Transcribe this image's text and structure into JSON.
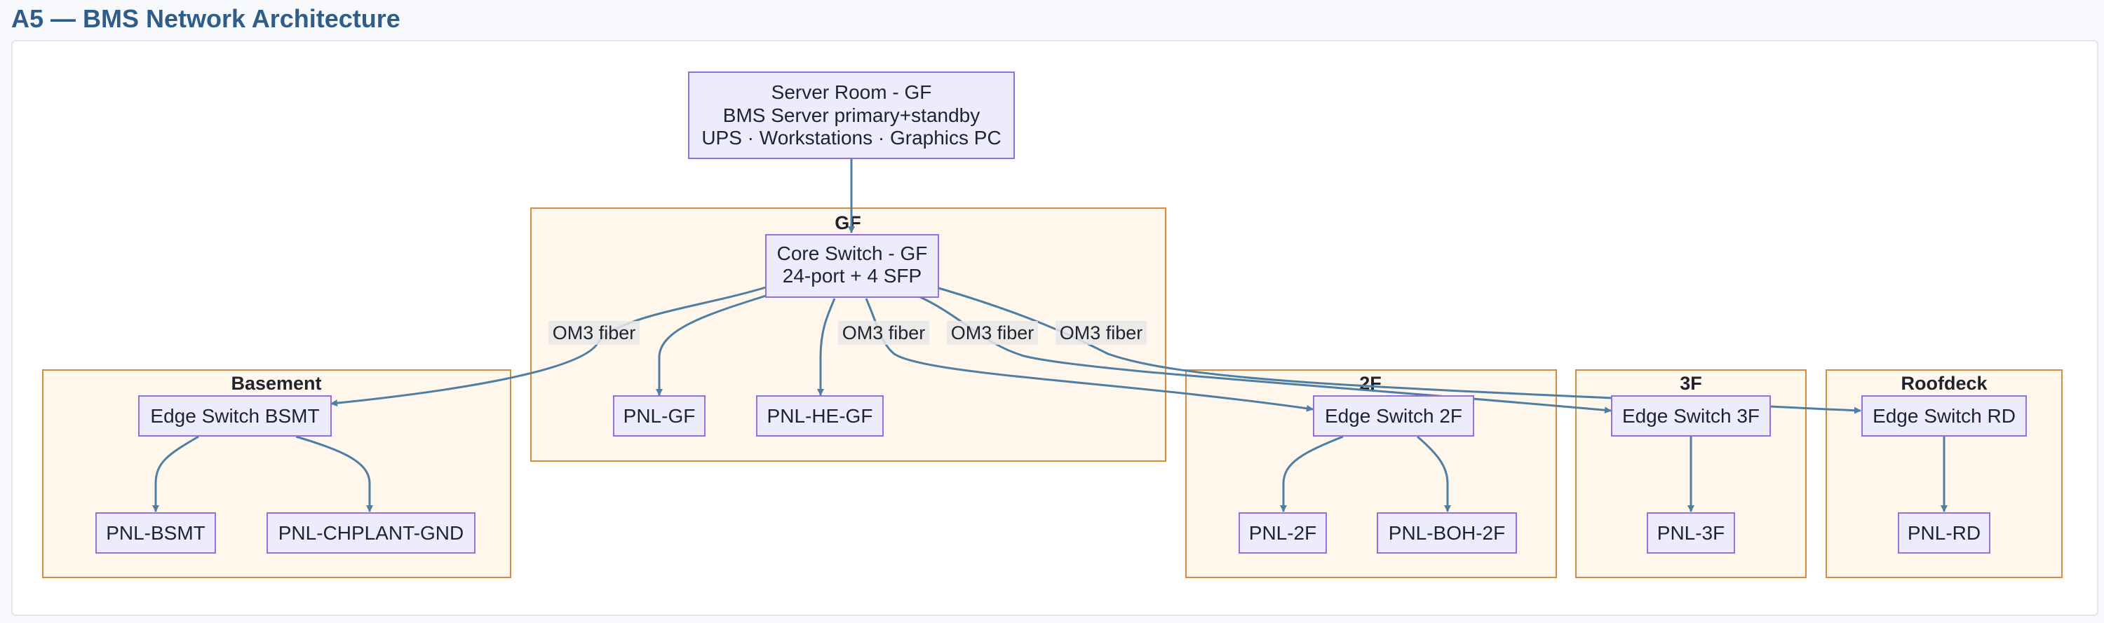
{
  "page": {
    "title": "A5 — BMS Network Architecture"
  },
  "server": {
    "lines": [
      "Server Room - GF",
      "BMS Server primary+standby",
      "UPS · Workstations · Graphics PC"
    ]
  },
  "groups": {
    "gf": "GF",
    "basement": "Basement",
    "f2": "2F",
    "f3": "3F",
    "roofdeck": "Roofdeck"
  },
  "nodes": {
    "core": [
      "Core Switch - GF",
      "24-port + 4 SFP"
    ],
    "pnl_gf": "PNL-GF",
    "pnl_he_gf": "PNL-HE-GF",
    "edge_bsmt": "Edge Switch BSMT",
    "pnl_bsmt": "PNL-BSMT",
    "pnl_chplant": "PNL-CHPLANT-GND",
    "edge_2f": "Edge Switch 2F",
    "pnl_2f": "PNL-2F",
    "pnl_boh_2f": "PNL-BOH-2F",
    "edge_3f": "Edge Switch 3F",
    "pnl_3f": "PNL-3F",
    "edge_rd": "Edge Switch RD",
    "pnl_rd": "PNL-RD"
  },
  "edge_labels": {
    "bsmt": "OM3 fiber",
    "f2": "OM3 fiber",
    "f3": "OM3 fiber",
    "rd": "OM3 fiber"
  },
  "colors": {
    "title": "#2f5d8a",
    "node_fill": "#ececfb",
    "node_stroke": "#9370db",
    "group_fill": "#fff7eb",
    "group_stroke": "#d68b3e",
    "edge": "#4f7ea3",
    "text": "#1f2330"
  }
}
